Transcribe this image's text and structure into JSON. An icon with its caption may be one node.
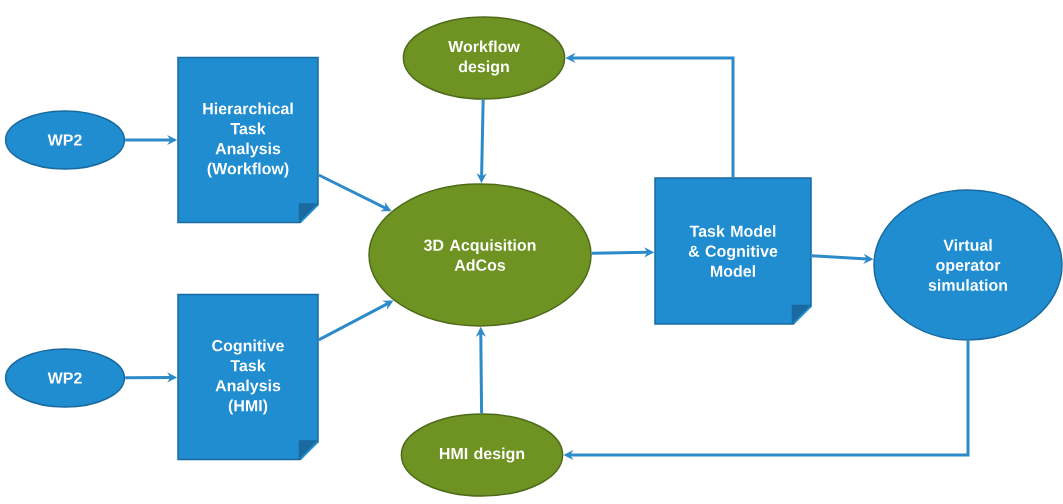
{
  "diagram": {
    "nodes": [
      {
        "text": [
          "WP2"
        ]
      },
      {
        "text": [
          "Hierarchical Task Analysis (Workflow)"
        ]
      },
      {
        "text": [
          "WP2"
        ]
      },
      {
        "text": [
          "Cognitive Task Analysis (HMI)"
        ]
      },
      {
        "text": [
          "Workflow design"
        ]
      },
      {
        "text": [
          "3D Acquisition AdCos"
        ]
      },
      {
        "text": [
          "HMI design"
        ]
      },
      {
        "text": [
          "Task Model & Cognitive Model"
        ]
      },
      {
        "text": [
          "Virtual operator simulation"
        ]
      }
    ],
    "edges": [
      {
        "from": 0,
        "to": 1,
        "arrow": "to"
      },
      {
        "from": 2,
        "to": 3,
        "arrow": "to"
      },
      {
        "from": 1,
        "to": 5,
        "arrow": "to"
      },
      {
        "from": 3,
        "to": 5,
        "arrow": "to"
      },
      {
        "from": 4,
        "to": 5,
        "arrow": "to"
      },
      {
        "from": 6,
        "to": 5,
        "arrow": "to"
      },
      {
        "from": 5,
        "to": 7,
        "arrow": "to"
      },
      {
        "from": 7,
        "to": 8,
        "arrow": "to"
      },
      {
        "from": 7,
        "to": 4,
        "arrow": "to"
      },
      {
        "from": 8,
        "to": 6,
        "arrow": "to"
      }
    ]
  }
}
